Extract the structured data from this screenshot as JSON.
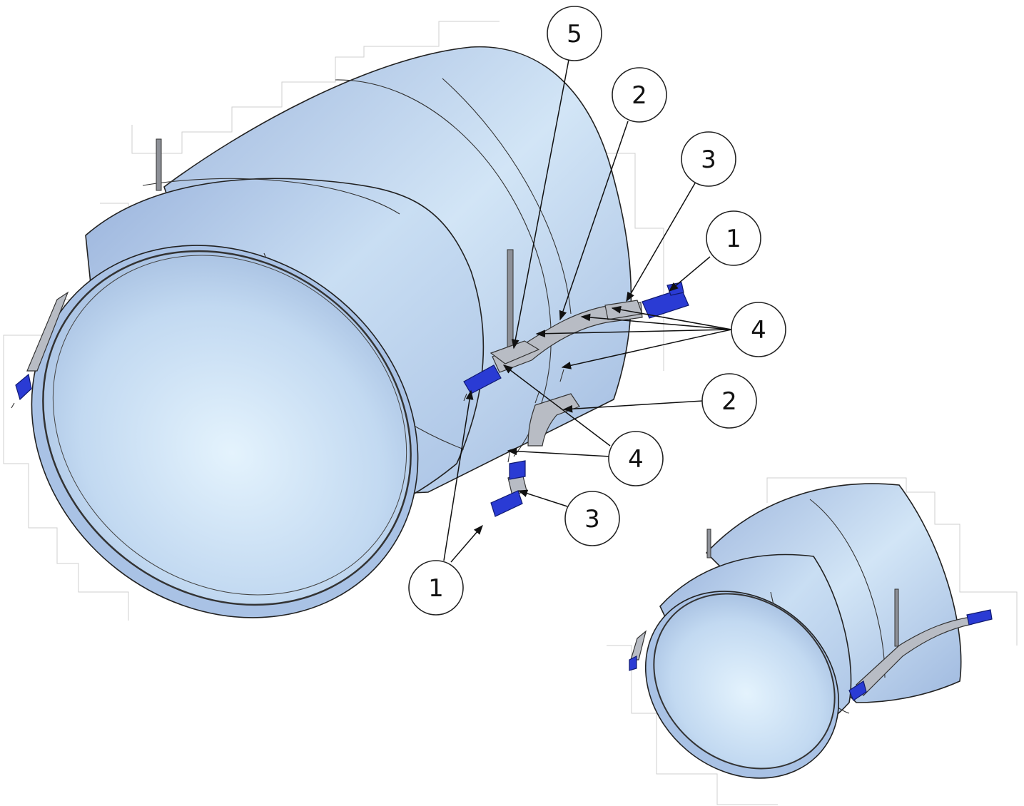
{
  "diagram": {
    "callouts": [
      {
        "id": "c5",
        "label": "5"
      },
      {
        "id": "c2-top",
        "label": "2"
      },
      {
        "id": "c3-top",
        "label": "3"
      },
      {
        "id": "c1-right",
        "label": "1"
      },
      {
        "id": "c4-right",
        "label": "4"
      },
      {
        "id": "c2-mid",
        "label": "2"
      },
      {
        "id": "c4-mid",
        "label": "4"
      },
      {
        "id": "c3-bottom",
        "label": "3"
      },
      {
        "id": "c1-bottom",
        "label": "1"
      }
    ],
    "colors": {
      "duct_light": "#d8ecfb",
      "duct_mid": "#b9d2ee",
      "duct_dark": "#7f9cc9",
      "rail_blue": "#2a3bd4",
      "bracket_gray": "#b8bcc4",
      "line": "#222222"
    }
  }
}
